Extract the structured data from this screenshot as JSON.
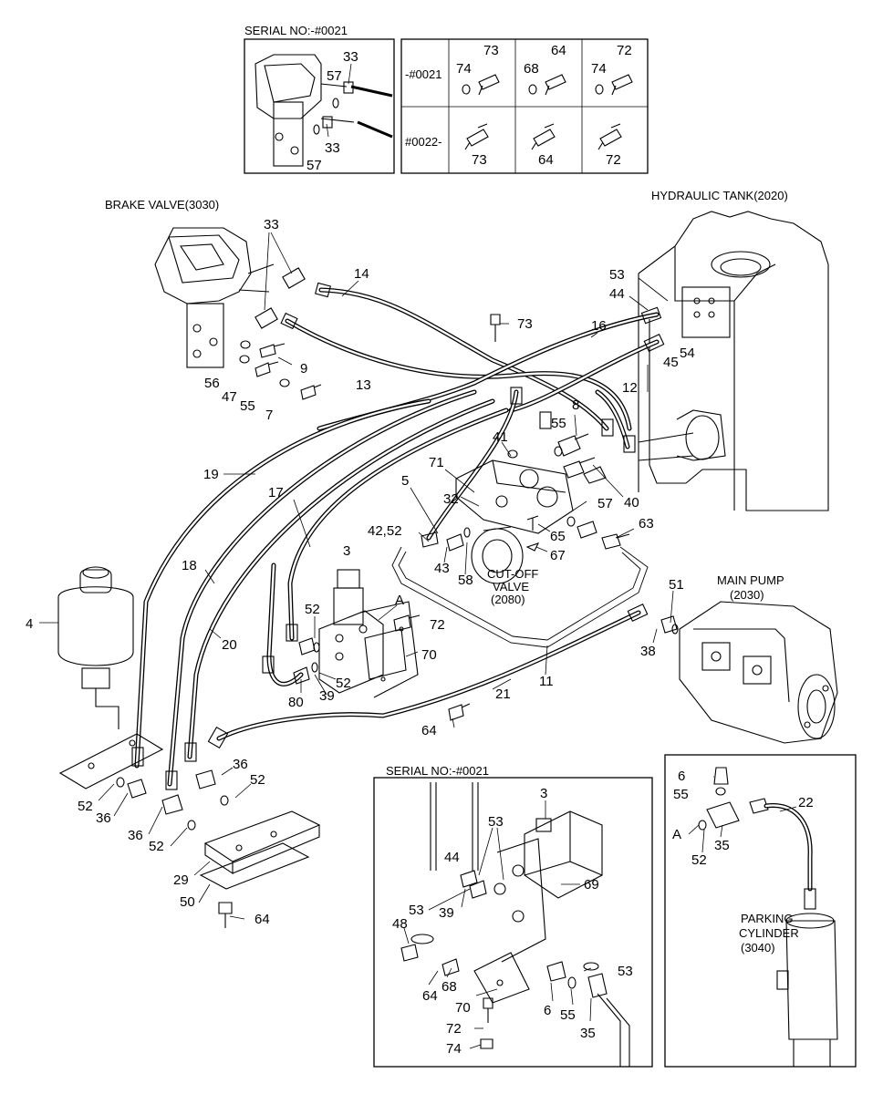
{
  "titles": {
    "serial_top": "SERIAL NO:-#0021",
    "serial_bottom": "SERIAL NO:-#0021",
    "brake_valve": "BRAKE VALVE(3030)",
    "hydraulic_tank": "HYDRAULIC TANK(2020)",
    "cutoff_l1": "CUT-OFF",
    "cutoff_l2": "VALVE",
    "cutoff_l3": "(2080)",
    "main_pump_l1": "MAIN PUMP",
    "main_pump_l2": "(2030)",
    "parking_l1": "PARKING",
    "parking_l2": "CYLINDER",
    "parking_l3": "(3040)"
  },
  "serial_table": {
    "row1_label": "-#0021",
    "row2_label": "#0022-",
    "row1": [
      [
        "74",
        "73"
      ],
      [
        "68",
        "64"
      ],
      [
        "74",
        "72"
      ]
    ],
    "row2": [
      "73",
      "64",
      "72"
    ]
  },
  "callouts": {
    "c1": "33",
    "c2": "57",
    "c3": "33",
    "c4": "57",
    "c5": "33",
    "c6": "14",
    "c7": "73",
    "c8": "16",
    "c9": "53",
    "c10": "44",
    "c11": "54",
    "c12": "45",
    "c13": "12",
    "c14": "13",
    "c15": "9",
    "c16": "56",
    "c17": "47",
    "c18": "55",
    "c19": "7",
    "c20": "8",
    "c21": "55",
    "c22": "41",
    "c23": "19",
    "c24": "17",
    "c25": "5",
    "c26": "71",
    "c27": "32",
    "c28": "57",
    "c29": "40",
    "c30": "42,52",
    "c31": "65",
    "c32": "63",
    "c33": "43",
    "c34": "58",
    "c35": "67",
    "c36": "18",
    "c37": "3",
    "c38": "4",
    "c39": "A",
    "c40": "72",
    "c41": "52",
    "c42": "20",
    "c43": "70",
    "c44": "52",
    "c45": "80",
    "c46": "39",
    "c47": "21",
    "c48": "11",
    "c49": "51",
    "c50": "38",
    "c51": "64",
    "c52": "36",
    "c53": "52",
    "c54": "52",
    "c55": "36",
    "c56": "36",
    "c57": "52",
    "c58": "29",
    "c59": "50",
    "c60": "64",
    "c61": "3",
    "c62": "53",
    "c63": "44",
    "c64": "69",
    "c65": "53",
    "c66": "39",
    "c67": "48",
    "c68": "64",
    "c69": "68",
    "c70": "53",
    "c71": "70",
    "c72": "6",
    "c73": "55",
    "c74": "35",
    "c75": "72",
    "c76": "74",
    "c77": "6",
    "c78": "55",
    "c79": "22",
    "c80": "A",
    "c81": "52",
    "c82": "35"
  }
}
